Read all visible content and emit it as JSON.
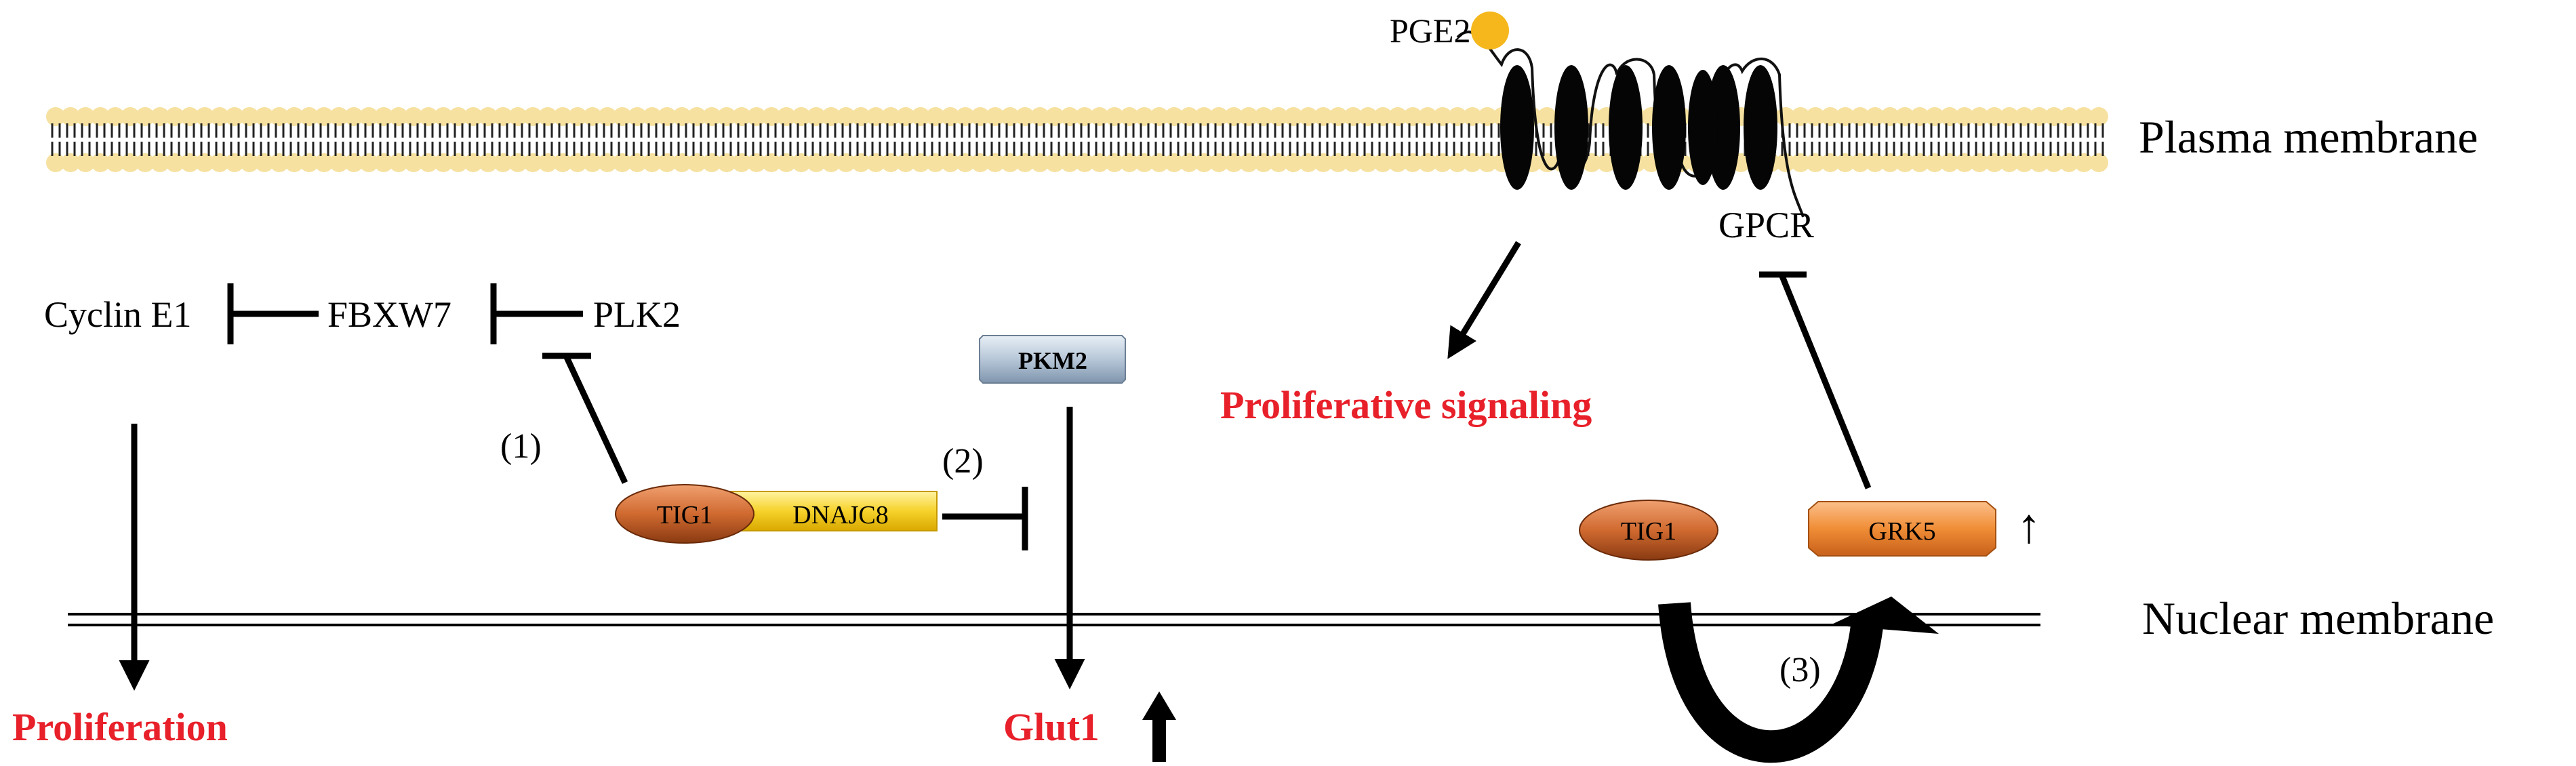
{
  "membranes": {
    "plasma": "Plasma membrane",
    "nuclear": "Nuclear membrane"
  },
  "molecules": {
    "pge2": "PGE2",
    "gpcr": "GPCR",
    "cyclin": "Cyclin E1",
    "fbxw7": "FBXW7",
    "plk2": "PLK2",
    "pkm2": "PKM2",
    "tig1_left": "TIG1",
    "dnajc8": "DNAJC8",
    "tig1_right": "TIG1",
    "grk5": "GRK5"
  },
  "steps": {
    "step1": "(1)",
    "step2": "(2)",
    "step3": "(3)"
  },
  "outcomes": {
    "proliferation": "Proliferation",
    "prolif_signaling": "Proliferative signaling",
    "glut1": "Glut1"
  },
  "indicators": {
    "grk5_up": "↑"
  },
  "colors": {
    "outcome_red": "#e8202a",
    "lipid_head": "#f6e1a0",
    "tig1_fill": "#c8622a",
    "dnajc8_fill": "#f4cf2c",
    "grk5_fill": "#f0913a",
    "pkm2_fill": "#b9c9da"
  }
}
